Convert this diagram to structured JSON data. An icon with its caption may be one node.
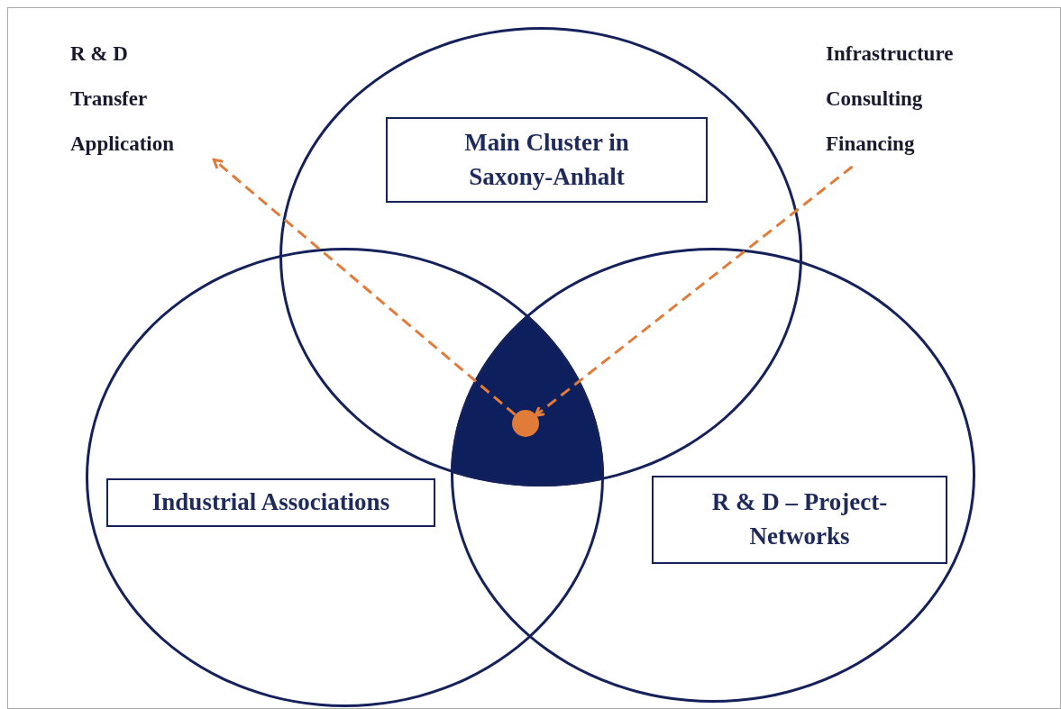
{
  "diagram": {
    "nodes": [
      {
        "text": [],
        "shape": "circle"
      },
      {
        "text": [
          "Main Cluster in Saxony-Anhalt"
        ],
        "in": 0
      },
      {
        "text": [],
        "shape": "circle"
      },
      {
        "text": [
          "Industrial Associations"
        ],
        "in": 2
      },
      {
        "text": [],
        "shape": "circle"
      },
      {
        "text": [
          "R & D – Project-Networks"
        ],
        "in": 4
      },
      {
        "text": [],
        "shape": "circle"
      },
      {
        "text": [
          "R & D",
          "Transfer",
          "Application"
        ]
      },
      {
        "text": [
          "Infrastructure",
          "Consulting",
          "Financing"
        ]
      }
    ],
    "edges": [
      {
        "from": 6,
        "to": 7,
        "arrow": "to",
        "style": "dashed"
      },
      {
        "from": 8,
        "to": 6,
        "arrow": "to",
        "style": "dashed"
      }
    ]
  }
}
